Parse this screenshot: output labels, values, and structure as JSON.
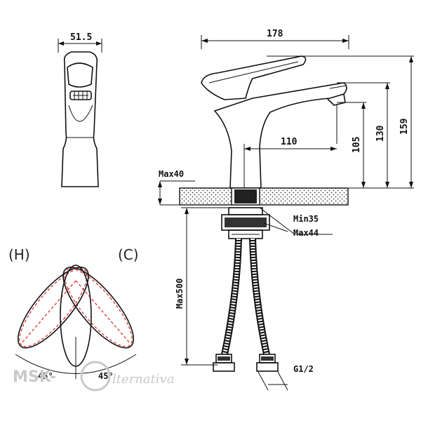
{
  "dimensions": {
    "front_width": "51.5",
    "side_length": "178",
    "spout_reach": "110",
    "spout_height": "105",
    "lever_height": "130",
    "total_height": "159",
    "deck_max": "Max40",
    "hole_min": "Min35",
    "hole_max": "Max44",
    "hose_length": "Max500",
    "connection": "G1/2",
    "angle_left": "45°",
    "angle_right": "45°"
  },
  "labels": {
    "hot": "(H)",
    "cold": "(C)"
  },
  "watermark": {
    "left": "MSK-",
    "right": "lternativa"
  },
  "colors": {
    "line": "#111111",
    "accent": "#dd2222",
    "watermark": "#c9c9c9"
  }
}
